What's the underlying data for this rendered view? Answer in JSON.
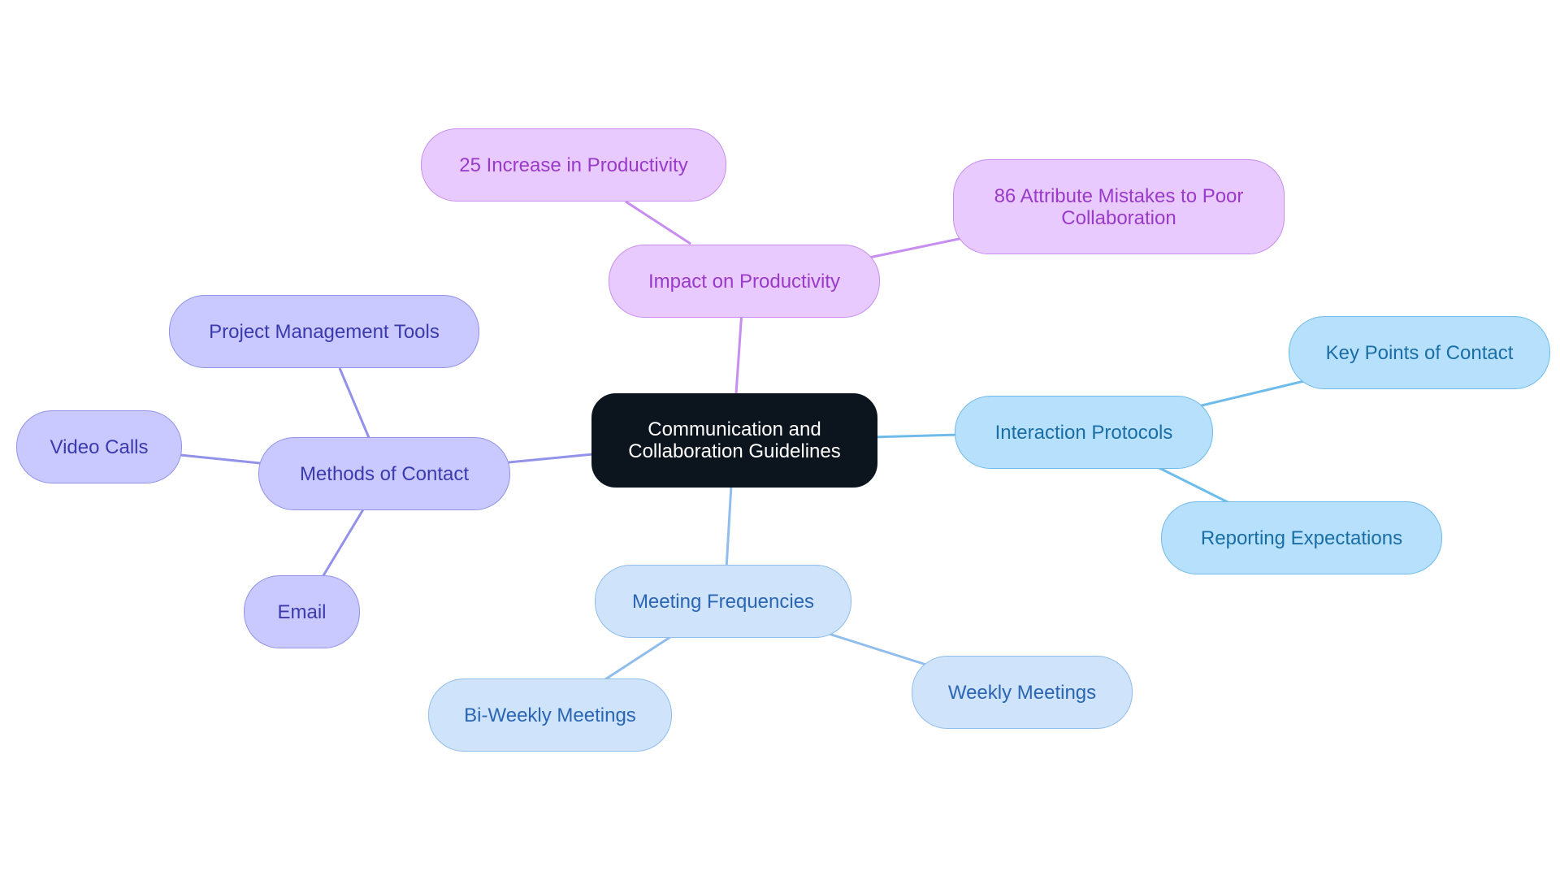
{
  "diagram": {
    "root": {
      "label": "Communication and Collaboration Guidelines"
    },
    "branches": [
      {
        "key": "impact",
        "label": "Impact on Productivity",
        "color": "#c78ef0",
        "children": [
          {
            "key": "increase",
            "label": "25 Increase in Productivity"
          },
          {
            "key": "mistakes",
            "label": "86 Attribute Mistakes to Poor Collaboration"
          }
        ]
      },
      {
        "key": "protocols",
        "label": "Interaction Protocols",
        "color": "#6fbbea",
        "children": [
          {
            "key": "keypoints",
            "label": "Key Points of Contact"
          },
          {
            "key": "reporting",
            "label": "Reporting Expectations"
          }
        ]
      },
      {
        "key": "meetings",
        "label": "Meeting Frequencies",
        "color": "#90bdec",
        "children": [
          {
            "key": "weekly",
            "label": "Weekly Meetings"
          },
          {
            "key": "biweekly",
            "label": "Bi-Weekly Meetings"
          }
        ]
      },
      {
        "key": "methods",
        "label": "Methods of Contact",
        "color": "#9292ea",
        "children": [
          {
            "key": "pmtools",
            "label": "Project Management Tools"
          },
          {
            "key": "videocalls",
            "label": "Video Calls"
          },
          {
            "key": "email",
            "label": "Email"
          }
        ]
      }
    ]
  }
}
